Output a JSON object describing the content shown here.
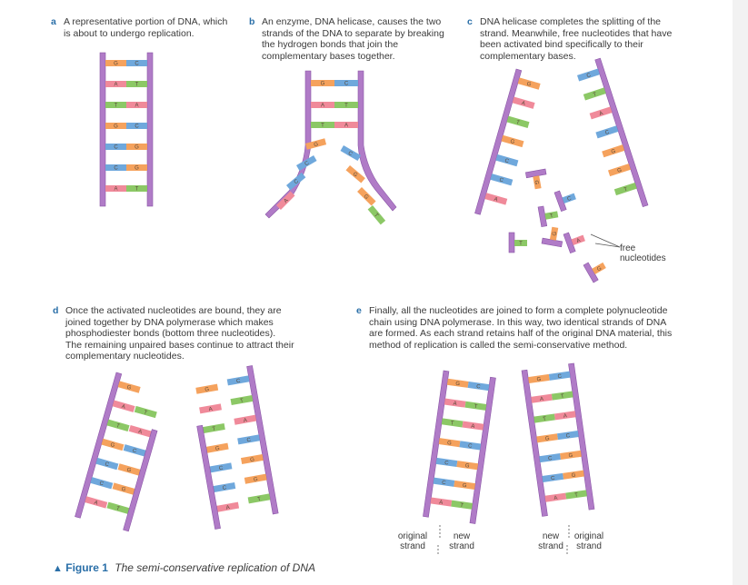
{
  "panels": {
    "a": {
      "label": "a",
      "text": "A representative portion of DNA, which\nis about to undergo replication."
    },
    "b": {
      "label": "b",
      "text": "An enzyme, DNA helicase, causes the two\nstrands of the DNA to separate by breaking\nthe hydrogen bonds that join the\ncomplementary bases together."
    },
    "c": {
      "label": "c",
      "text": "DNA helicase completes the splitting of the\nstrand. Meanwhile, free nucleotides that have\nbeen activated bind specifically to their\ncomplementary bases."
    },
    "d": {
      "label": "d",
      "text": "Once the activated nucleotides are bound, they are\njoined together by DNA polymerase which makes\nphosphodiester bonds (bottom three nucleotides).\nThe remaining unpaired bases continue to attract their\ncomplementary nucleotides."
    },
    "e": {
      "label": "e",
      "text": "Finally, all the nucleotides are joined to form a complete polynucleotide\nchain using DNA polymerase. In this way, two identical strands of DNA\nare formed. As each strand retains half of the original DNA material, this\nmethod of replication is called the semi-conservative method."
    }
  },
  "free_nucleotides_label": "free\nnucleotides",
  "strand_labels": {
    "original_left": "original\nstrand",
    "new_left": "new\nstrand",
    "new_right": "new\nstrand",
    "original_right": "original\nstrand"
  },
  "base_sequence_left": [
    "G",
    "A",
    "T",
    "G",
    "C",
    "C",
    "A"
  ],
  "base_sequence_right": [
    "C",
    "T",
    "A",
    "C",
    "G",
    "G",
    "T"
  ],
  "colors": {
    "backbone": "#b07bc7",
    "backbone_edge": "#8a55a6",
    "G": "#f5a25d",
    "C": "#6fa8dc",
    "A": "#f08a9a",
    "T": "#8cc866",
    "accent": "#2a6fa8"
  },
  "figure": {
    "label": "Figure 1",
    "title": "The semi-conservative replication of DNA"
  }
}
